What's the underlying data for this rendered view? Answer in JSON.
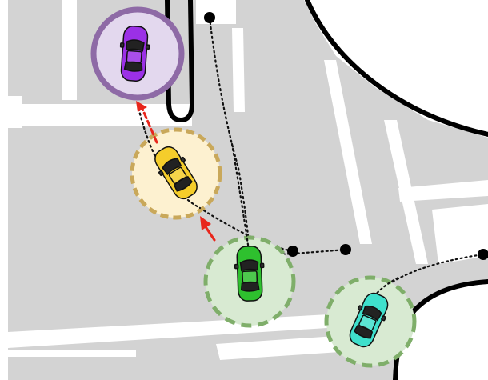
{
  "scene": {
    "colors": {
      "road": "#d3d3d3",
      "marking": "#ffffff",
      "curb": "#000000",
      "trajectory_arrow": "#e8261c"
    },
    "vehicles": [
      {
        "id": "purple-car",
        "color": "#9b30e6",
        "ring_color": "#8e6aa6",
        "ring_fill": "#e3d8ee",
        "ring_style": "solid"
      },
      {
        "id": "yellow-car",
        "color": "#f5cd2b",
        "ring_color": "#c9a85a",
        "ring_fill": "#fdf1d0",
        "ring_style": "dashed"
      },
      {
        "id": "green-car",
        "color": "#2ec02e",
        "ring_color": "#7fae6a",
        "ring_fill": "#d8ead2",
        "ring_style": "dashed"
      },
      {
        "id": "teal-car",
        "color": "#3fe0cc",
        "ring_color": "#7fae6a",
        "ring_fill": "#d8ead2",
        "ring_style": "dashed"
      }
    ],
    "paths": [
      "dotted-path-top",
      "dotted-path-curve",
      "dotted-path-right",
      "dotted-path-teal"
    ],
    "arrows": [
      "red-arrow-yellow-to-purple",
      "red-arrow-green-to-yellow"
    ],
    "markers": [
      "waypoint-top",
      "waypoint-mid",
      "waypoint-right",
      "waypoint-far-right"
    ]
  }
}
